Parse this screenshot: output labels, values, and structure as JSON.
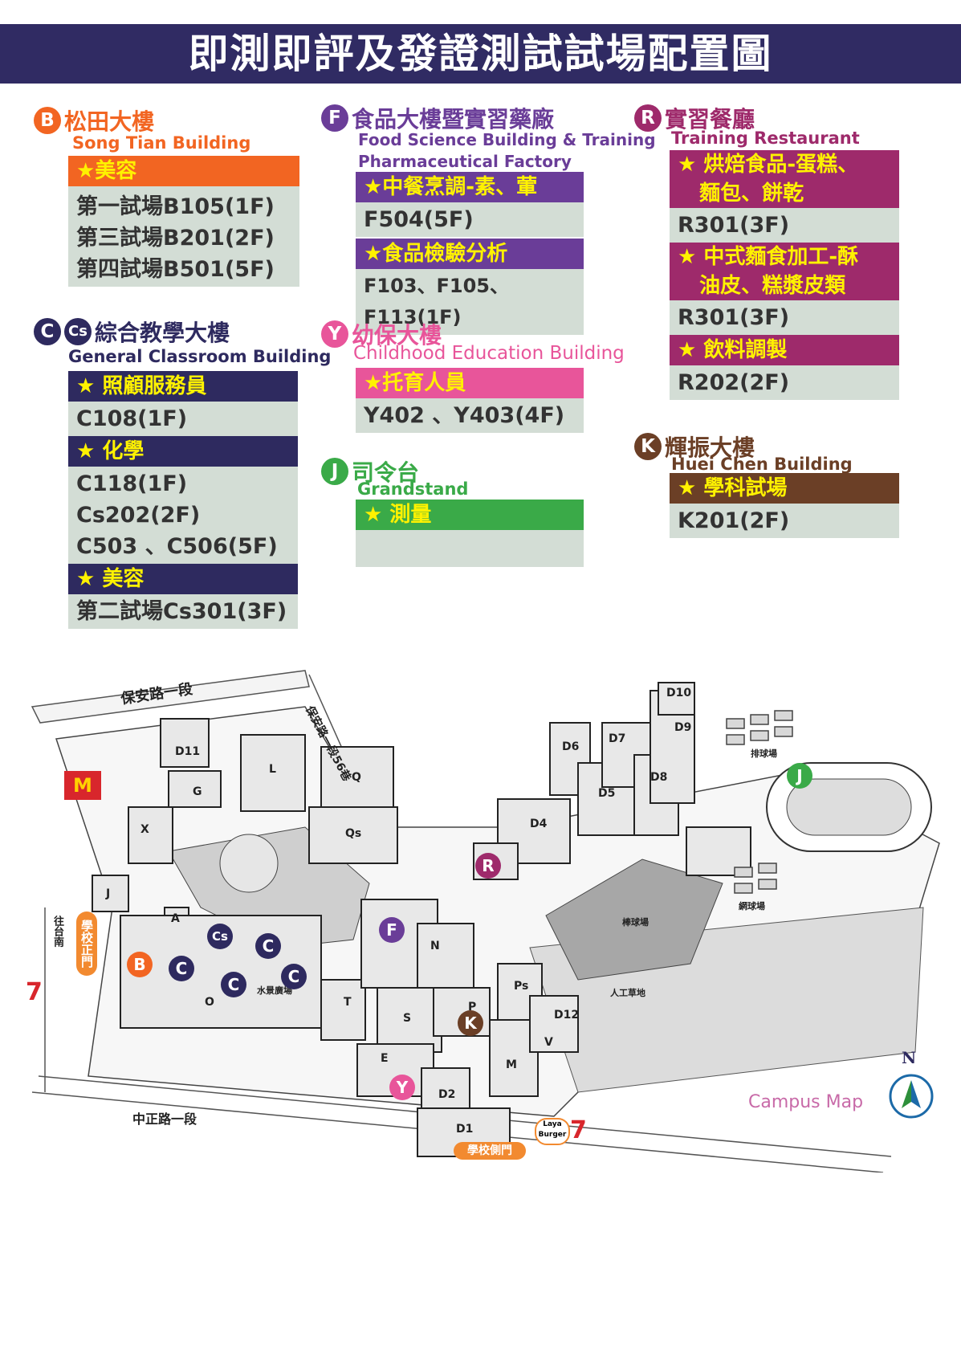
{
  "title": "即測即評及發證測試試場配置圖",
  "buildings": {
    "B": {
      "letter": "B",
      "name": "松田大樓",
      "en": "Song Tian Building",
      "color": "#f26522",
      "cats": [
        {
          "label": "★美容",
          "rooms": [
            "第一試場B105(1F)",
            "第三試場B201(2F)",
            "第四試場B501(5F)"
          ]
        }
      ]
    },
    "C": {
      "letter": "C",
      "letter2": "Cs",
      "name": "綜合教學大樓",
      "en": "General Classroom Building",
      "color": "#2e2a5f",
      "cats": [
        {
          "label": "★ 照顧服務員",
          "rooms": [
            "C108(1F)"
          ]
        },
        {
          "label": "★ 化學",
          "rooms": [
            "C118(1F)",
            "Cs202(2F)",
            "C503 、C506(5F)"
          ]
        },
        {
          "label": "★ 美容",
          "rooms": [
            "第二試場Cs301(3F)"
          ]
        }
      ]
    },
    "F": {
      "letter": "F",
      "name": "食品大樓暨實習藥廠",
      "en": "Food Science Building & Training",
      "en2": "Pharmaceutical Factory",
      "color": "#6a3d98",
      "cats": [
        {
          "label": "★中餐烹調-素、葷",
          "rooms": [
            "F504(5F)"
          ]
        },
        {
          "label": "★食品檢驗分析",
          "rooms": [
            "F103、F105、F113(1F)"
          ]
        }
      ]
    },
    "Y": {
      "letter": "Y",
      "name": "幼保大樓",
      "en": "Childhood Education Building",
      "color": "#e8559a",
      "cats": [
        {
          "label": "★托育人員",
          "rooms": [
            "Y402 、Y403(4F)"
          ]
        }
      ]
    },
    "J": {
      "letter": "J",
      "name": "司令台",
      "en": "Grandstand",
      "color": "#3aaa48",
      "cats": [
        {
          "label": "★ 測量",
          "rooms": [
            ""
          ]
        }
      ]
    },
    "R": {
      "letter": "R",
      "name": "實習餐廳",
      "en": "Training Restaurant",
      "color": "#9e2a6b",
      "cats": [
        {
          "label": "★ 烘焙食品-蛋糕、\n   麵包、餅乾",
          "rooms": [
            "R301(3F)"
          ]
        },
        {
          "label": "★ 中式麵食加工-酥\n   油皮、糕漿皮類",
          "rooms": [
            "R301(3F)"
          ]
        },
        {
          "label": "★ 飲料調製",
          "rooms": [
            "R202(2F)"
          ]
        }
      ]
    },
    "K": {
      "letter": "K",
      "name": "輝振大樓",
      "en": "Huei Chen Building",
      "color": "#6b3f26",
      "cats": [
        {
          "label": "★ 學科試場",
          "rooms": [
            "K201(2F)"
          ]
        }
      ]
    }
  },
  "map": {
    "roads": {
      "top": "保安路一段",
      "diag": "保安路一段56巷",
      "bottom": "中正路一段",
      "left": "往台南"
    },
    "gates": {
      "main": "學校正門",
      "side": "學校側門"
    },
    "campus_map": "Campus Map",
    "north": "N",
    "areas": {
      "baseball": "棒球場",
      "track": "",
      "field": "人工草地",
      "pond": "水景廣場",
      "volley": "排球場",
      "tennis": "網球場"
    },
    "stores": {
      "seven": "7-ELEVEN",
      "mcd": "McDonald's",
      "laya": "Laya Burger"
    },
    "building_labels": [
      "D11",
      "G",
      "L",
      "Q",
      "Qs",
      "X",
      "J",
      "A",
      "O",
      "T",
      "S",
      "E",
      "D2",
      "D1",
      "M",
      "V",
      "D12",
      "Ps",
      "P",
      "N",
      "D4",
      "D5",
      "D6",
      "D7",
      "D8",
      "D9",
      "D10"
    ]
  }
}
